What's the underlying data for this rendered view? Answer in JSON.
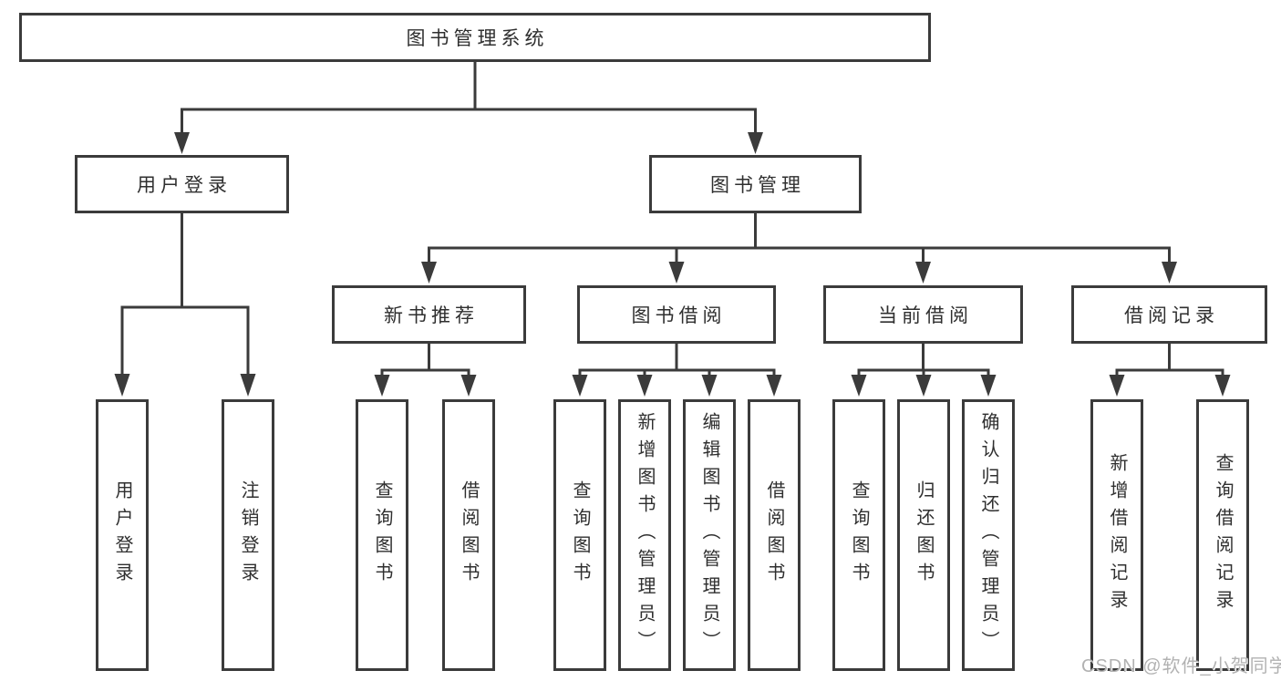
{
  "diagram": {
    "tree": {
      "root": "图书管理系统",
      "branches": [
        {
          "label": "用户登录",
          "leaves": [
            "用户登录",
            "注销登录"
          ]
        },
        {
          "label": "图书管理",
          "children": [
            {
              "label": "新书推荐",
              "leaves": [
                "查询图书",
                "借阅图书"
              ]
            },
            {
              "label": "图书借阅",
              "leaves": [
                "查询图书",
                "新增图书（管理员）",
                "编辑图书（管理员）",
                "借阅图书"
              ]
            },
            {
              "label": "当前借阅",
              "leaves": [
                "查询图书",
                "归还图书",
                "确认归还（管理员）"
              ]
            },
            {
              "label": "借阅记录",
              "leaves": [
                "新增借阅记录",
                "查询借阅记录"
              ]
            }
          ]
        }
      ]
    },
    "colors": {
      "line": "#3b3b3b",
      "text": "#2f2f2f",
      "background": "#ffffff",
      "watermark": "#b2b2b2"
    },
    "watermark": "CSDN @软件_小贺同学"
  }
}
